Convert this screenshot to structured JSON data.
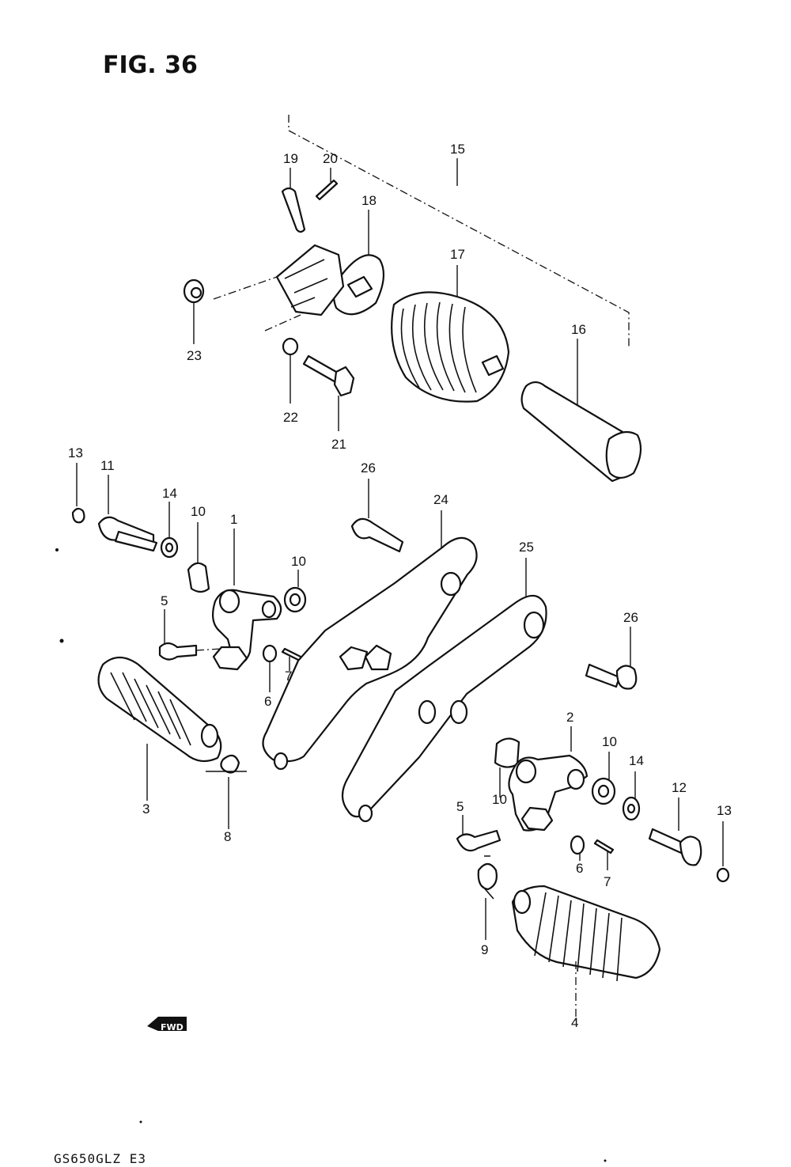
{
  "figure": {
    "title": "FIG. 36",
    "model_code": "GS650GLZ E3",
    "fwd_mark": "FWD"
  },
  "callouts": [
    "1",
    "2",
    "3",
    "4",
    "5",
    "5",
    "6",
    "6",
    "7",
    "7",
    "8",
    "9",
    "10",
    "10",
    "10",
    "10",
    "11",
    "12",
    "13",
    "13",
    "14",
    "14",
    "15",
    "16",
    "17",
    "18",
    "19",
    "20",
    "21",
    "22",
    "23",
    "24",
    "25",
    "26",
    "26"
  ]
}
